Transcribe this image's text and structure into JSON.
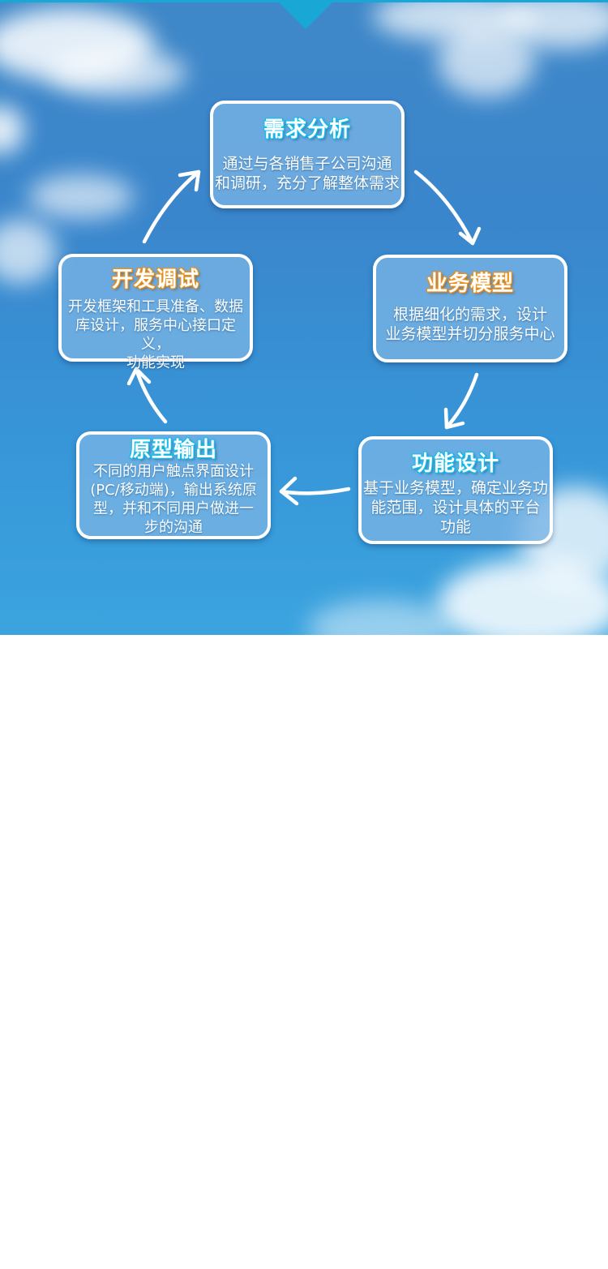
{
  "colors": {
    "accent": "#19a7d6",
    "title_blue": "#15b5e8",
    "title_orange": "#e98a16"
  },
  "steps": {
    "analysis": {
      "title": "需求分析",
      "desc_lines": [
        "通过与各销售子公司沟通",
        "和调研，充分了解整体需求"
      ]
    },
    "model": {
      "title": "业务模型",
      "desc_lines": [
        "根据细化的需求，设计",
        "业务模型并切分服务中心"
      ]
    },
    "design": {
      "title": "功能设计",
      "desc_lines": [
        "基于业务模型，确定业务功",
        "能范围，设计具体的平台",
        "功能"
      ]
    },
    "prototype": {
      "title": "原型输出",
      "desc_lines": [
        "不同的用户触点界面设计",
        "(PC/移动端)，输出系统原",
        "型，并和不同用户做进一",
        "步的沟通"
      ]
    },
    "develop": {
      "title": "开发调试",
      "desc_lines": [
        "开发框架和工具准备、数据",
        "库设计，服务中心接口定义，",
        "功能实现"
      ]
    }
  }
}
